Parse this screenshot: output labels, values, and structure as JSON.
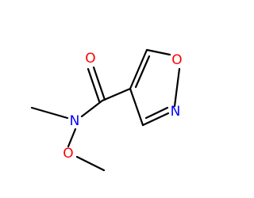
{
  "structure": {
    "atoms": {
      "carbonyl_oxygen": "O",
      "ring_oxygen": "O",
      "ring_nitrogen": "N",
      "amide_nitrogen": "N",
      "methoxy_oxygen": "O"
    },
    "colors": {
      "oxygen": "#ff0000",
      "nitrogen": "#0000ff",
      "bond": "#000000",
      "background": "#ffffff"
    }
  }
}
